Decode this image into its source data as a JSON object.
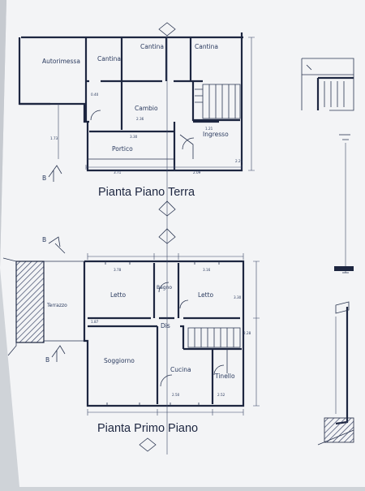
{
  "ground_floor": {
    "title": "Pianta Piano Terra",
    "rooms": {
      "autorimessa": "Autorimessa",
      "cantina1": "Cantina",
      "cantina2": "Cantina",
      "cantina3": "Cantina",
      "cambio": "Cambio",
      "portico": "Portico",
      "ingresso": "Ingresso"
    },
    "dims": {
      "d1": "3.71",
      "d2": "2.09",
      "d3": "3.30",
      "d4": "2.36",
      "d5": "0.40",
      "d6": "1.73",
      "d7": "1.21",
      "d8": "2.21"
    }
  },
  "first_floor": {
    "title": "Pianta Primo Piano",
    "rooms": {
      "letto1": "Letto",
      "bagno": "Bagno",
      "letto2": "Letto",
      "terrazzo": "Terrazzo",
      "dis": "Dis",
      "soggiorno": "Soggiorno",
      "cucina": "Cucina",
      "tinello": "Tinello"
    },
    "dims": {
      "d1": "3.78",
      "d2": "3.16",
      "d3": "2.28",
      "d4": "3.30",
      "d5": "1.87",
      "d6": "2.50",
      "d7": "2.52"
    }
  },
  "colors": {
    "paper": "#f4f5f7",
    "ink": "#1d2640",
    "background": "#cfd3d8"
  }
}
